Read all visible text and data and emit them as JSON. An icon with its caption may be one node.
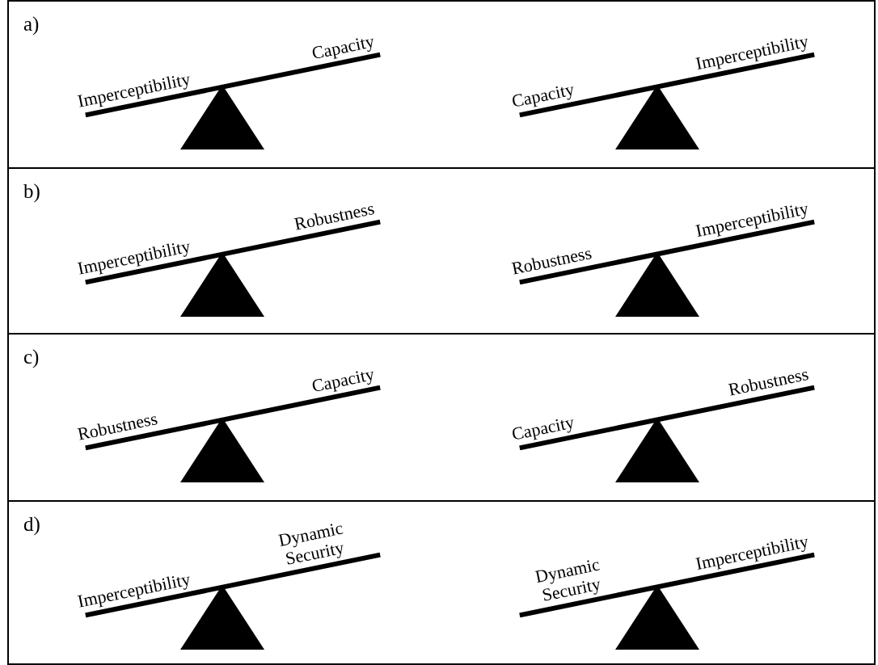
{
  "diagram": {
    "nodes": [
      {
        "text": [
          "a)"
        ]
      },
      {
        "text": [
          "b)"
        ]
      },
      {
        "text": [
          "c)"
        ]
      },
      {
        "text": [
          "d)"
        ]
      }
    ],
    "labels": [
      "Imperceptibility",
      "Capacity",
      "Capacity",
      "Imperceptibility",
      "Imperceptibility",
      "Robustness",
      "Robustness",
      "Imperceptibility",
      "Robustness",
      "Capacity",
      "Capacity",
      "Robustness",
      "Imperceptibility",
      "Dynamic Security",
      "Dynamic Security",
      "Imperceptibility"
    ]
  }
}
